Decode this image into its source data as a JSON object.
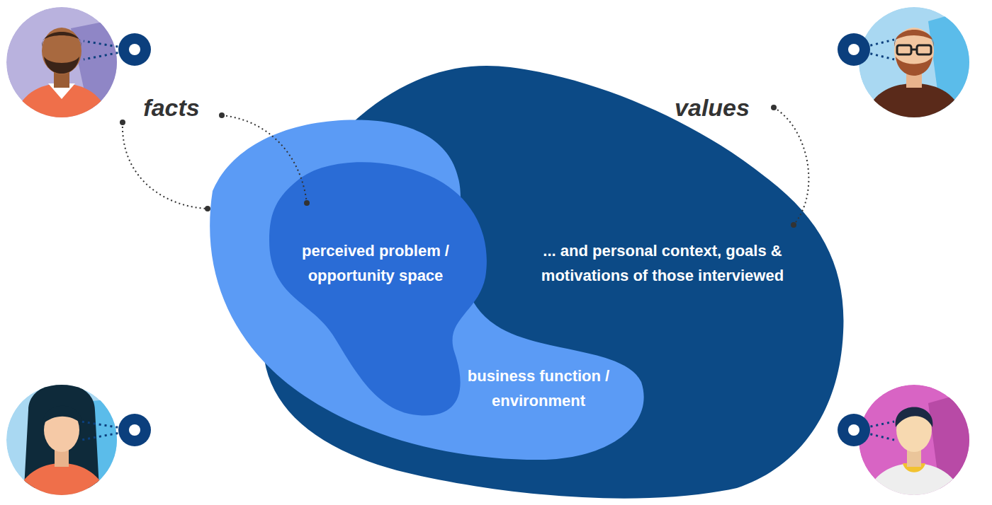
{
  "diagram": {
    "nodes": [
      {
        "text": [
          "... and personal context, goals & motivations of those interviewed"
        ]
      },
      {
        "text": [
          "business function / environment"
        ],
        "in": 0
      },
      {
        "text": [
          "perceived problem / opportunity space"
        ],
        "in": 1
      }
    ],
    "labels": [
      "facts",
      "values"
    ]
  }
}
